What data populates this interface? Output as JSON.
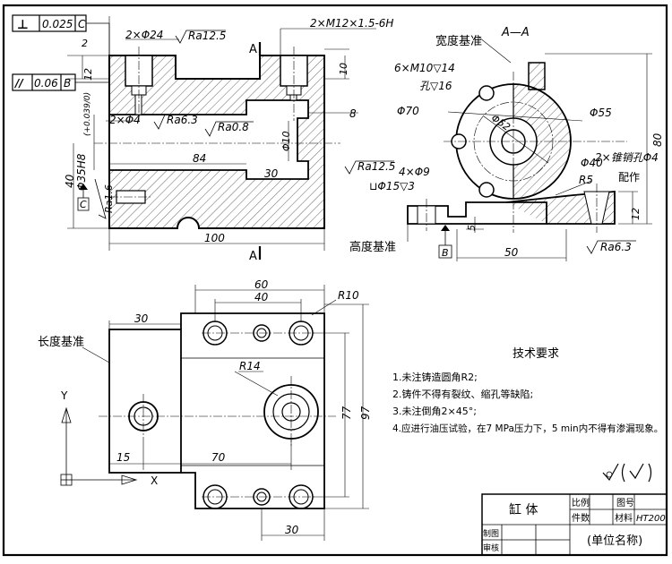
{
  "tolerance_frames": {
    "perpendicularity": {
      "symbol": "⊥",
      "value": "0.025",
      "datum": "C"
    },
    "parallelism": {
      "symbol": "//",
      "value": "0.06",
      "datum": "B"
    }
  },
  "front_view": {
    "section_marks": [
      "A",
      "A"
    ],
    "dimensions": {
      "d_2xphi24": "2×Φ24",
      "d_2": "2",
      "d_12": "12",
      "d_2xM12": "2×M12×1.5-6H",
      "d_10": "10",
      "d_8": "8",
      "d_2xphi4": "2×Φ4",
      "d_phi35": "Φ35H8",
      "d_phi35_tol": "(+0.039/0)",
      "d_phi10": "Φ10",
      "d_84": "84",
      "d_30": "30",
      "d_40": "40",
      "d_100": "100"
    },
    "roughness": {
      "r1": "Ra12.5",
      "r2": "Ra6.3",
      "r3": "Ra0.8",
      "r4": "Ra1.6"
    },
    "datum_c": "C"
  },
  "section_view": {
    "title": "A—A",
    "width_datum": "宽度基准",
    "height_datum": "高度基准",
    "holes_label": "6×M10▽14",
    "holes_sub": "孔▽16",
    "d_phi70": "Φ70",
    "d_phi52": "Φ52",
    "d_phi55": "Φ55",
    "d_phi40": "Φ40",
    "d_80": "80",
    "taper_pin": "2×锥销孔Φ4",
    "taper_pin_sub": "配作",
    "d_r5": "R5",
    "d_12": "12",
    "d_5": "5",
    "d_50": "50",
    "counterbore": "4×Φ9",
    "counterbore_sub": "⊔Φ15▽3",
    "roughness_a": "Ra12.5",
    "roughness_b": "Ra6.3",
    "datum_b": "B"
  },
  "top_view": {
    "length_datum": "长度基准",
    "d_60": "60",
    "d_40": "40",
    "d_r10": "R10",
    "d_30": "30",
    "d_r14": "R14",
    "d_77": "77",
    "d_97": "97",
    "d_15": "15",
    "d_70": "70",
    "d_30b": "30",
    "axis_y": "Y",
    "axis_x": "X"
  },
  "requirements": {
    "title": "技术要求",
    "items": [
      "1.未注铸造圆角R2;",
      "2.铸件不得有裂纹、缩孔等缺陷;",
      "3.未注倒角2×45°;",
      "4.应进行油压试验，在7 MPa压力下，5 min内不得有渗漏现象。"
    ]
  },
  "title_block": {
    "part_name": "缸  体",
    "scale_label": "比例",
    "drawing_no_label": "图号",
    "quantity_label": "件数",
    "material_label": "材料",
    "material_value": "HT200",
    "drawn_label": "制图",
    "checked_label": "审核",
    "company": "(单位名称)"
  }
}
